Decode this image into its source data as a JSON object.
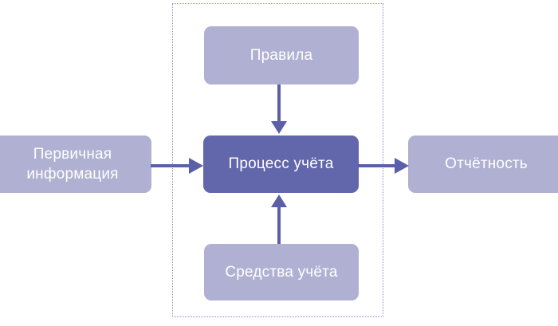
{
  "diagram": {
    "title_text": "",
    "colors": {
      "node_light": "#b0b0d2",
      "node_dark": "#6266ab",
      "arrow": "#5b5fa5",
      "dotted_border": "#8f8fc6",
      "label_text": "#ffffff",
      "background": "#ffffff"
    },
    "boundary": {
      "name": "dotted-boundary",
      "style": "dotted"
    },
    "nodes": {
      "rules": {
        "label": "Правила"
      },
      "process": {
        "label": "Процесс учёта"
      },
      "tools": {
        "label": "Средства учёта"
      },
      "input": {
        "label": "Первичная информация"
      },
      "output": {
        "label": "Отчётность"
      }
    },
    "arrows": [
      {
        "name": "rules-to-process",
        "from": "rules",
        "to": "process",
        "direction": "down"
      },
      {
        "name": "tools-to-process",
        "from": "tools",
        "to": "process",
        "direction": "up"
      },
      {
        "name": "input-to-process",
        "from": "input",
        "to": "process",
        "direction": "right"
      },
      {
        "name": "process-to-output",
        "from": "process",
        "to": "output",
        "direction": "right"
      }
    ]
  }
}
